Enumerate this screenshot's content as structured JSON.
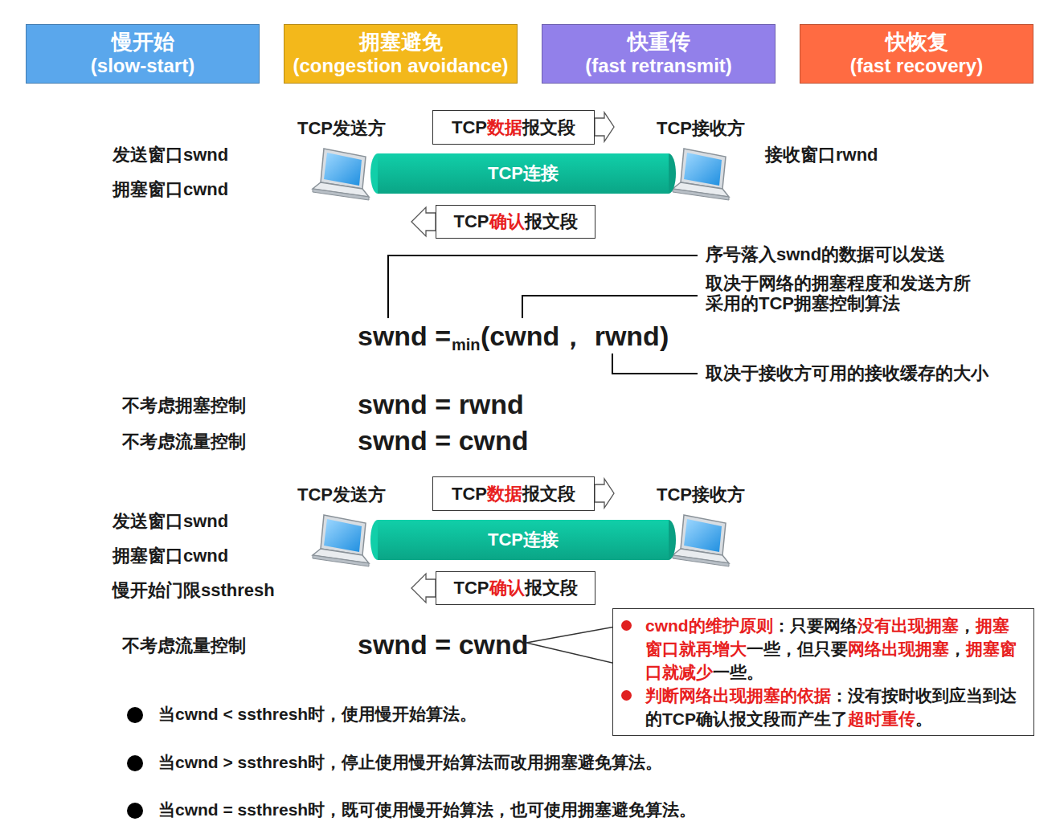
{
  "diagram": {
    "nodes": [
      {
        "text": [
          "慢开始",
          "(slow-start)"
        ]
      },
      {
        "text": [
          "拥塞避免",
          "(congestion avoidance)"
        ]
      },
      {
        "text": [
          "快重传",
          "(fast retransmit)"
        ]
      },
      {
        "text": [
          "快恢复",
          "(fast recovery)"
        ]
      },
      {
        "text": [
          "TCP",
          "数据",
          "报文段"
        ]
      },
      {
        "text": [
          "TCP连接"
        ]
      },
      {
        "text": [
          "TCP",
          "确认",
          "报文段"
        ]
      },
      {
        "text": [
          "TCP",
          "数据",
          "报文段"
        ]
      },
      {
        "text": [
          "TCP连接"
        ]
      },
      {
        "text": [
          "TCP",
          "确认",
          "报文段"
        ]
      },
      {
        "text": [
          "cwnd的维护原则",
          "：只要网络",
          "没有出现拥塞",
          "，",
          "拥塞窗口就再增大",
          "一些，但只要",
          "网络出现拥塞",
          "，",
          "拥塞窗口就减少",
          "一些。",
          "判断网络出现拥塞的依据",
          "：没有按时收到应当到达的TCP确认报文段而产生了",
          "超时重传",
          "。"
        ]
      }
    ],
    "labels": [
      "TCP发送方",
      "TCP接收方",
      "发送窗口swnd",
      "拥塞窗口cwnd",
      "接收窗口rwnd",
      "序号落入swnd的数据可以发送",
      "取决于网络的拥塞程度和发送方所采用的TCP拥塞控制算法",
      "swnd =",
      "min",
      "(cwnd， rwnd)",
      "取决于接收方可用的接收缓存的大小",
      "不考虑拥塞控制",
      "swnd = rwnd",
      "不考虑流量控制",
      "swnd = cwnd",
      "TCP发送方",
      "TCP接收方",
      "发送窗口swnd",
      "拥塞窗口cwnd",
      "慢开始门限ssthresh",
      "不考虑流量控制",
      "swnd = cwnd",
      "当cwnd < ssthresh时，使用慢开始算法。",
      "当cwnd > ssthresh时，停止使用慢开始算法而改用拥塞避免算法。",
      "当cwnd = ssthresh时，既可使用慢开始算法，也可使用拥塞避免算法。"
    ]
  }
}
